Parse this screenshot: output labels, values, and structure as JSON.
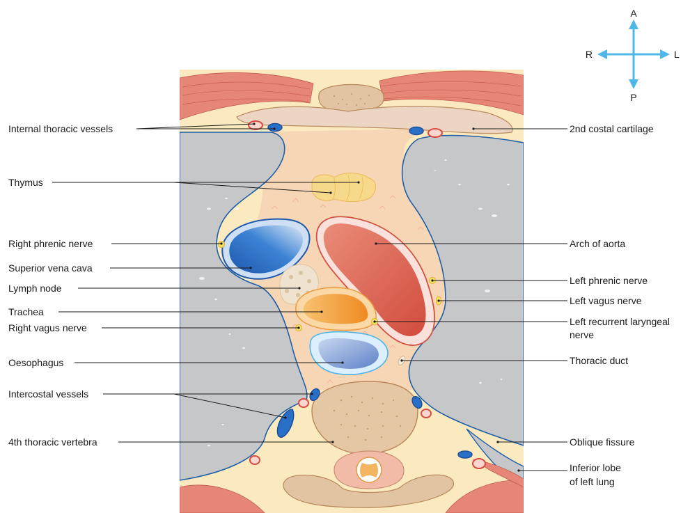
{
  "orientation": {
    "anterior": "A",
    "posterior": "P",
    "right": "R",
    "left": "L",
    "arrow_color": "#4db8e8"
  },
  "colors": {
    "lung": "#c6c7c9",
    "pleura_line": "#1f5fa8",
    "mediastinum": "#f6d3b4",
    "muscle": "#e07f6f",
    "fat": "#fbe7b4",
    "bone": "#e6c7a3",
    "aorta": "#d9614f",
    "svc": "#2a6fc7",
    "trachea": "#f4922e",
    "oesophagus": "#7ea0d8",
    "nerve": "#f6e36a",
    "thymus": "#f6d98a",
    "lymph": "#efe3cf"
  },
  "labels": {
    "left": [
      {
        "id": "internal-thoracic-vessels",
        "text": "Internal thoracic vessels"
      },
      {
        "id": "thymus",
        "text": "Thymus"
      },
      {
        "id": "right-phrenic-nerve",
        "text": "Right phrenic nerve"
      },
      {
        "id": "superior-vena-cava",
        "text": "Superior vena cava"
      },
      {
        "id": "lymph-node",
        "text": "Lymph node"
      },
      {
        "id": "trachea",
        "text": "Trachea"
      },
      {
        "id": "right-vagus-nerve",
        "text": "Right vagus nerve"
      },
      {
        "id": "oesophagus",
        "text": "Oesophagus"
      },
      {
        "id": "intercostal-vessels",
        "text": "Intercostal vessels"
      },
      {
        "id": "fourth-thoracic-vertebra",
        "text": "4th thoracic vertebra"
      }
    ],
    "right": [
      {
        "id": "second-costal-cartilage",
        "text": "2nd costal cartilage"
      },
      {
        "id": "arch-of-aorta",
        "text": "Arch of aorta"
      },
      {
        "id": "left-phrenic-nerve",
        "text": "Left phrenic nerve"
      },
      {
        "id": "left-vagus-nerve",
        "text": "Left vagus nerve"
      },
      {
        "id": "left-recurrent-laryngeal-nerve",
        "text": "Left recurrent laryngeal",
        "text2": "nerve"
      },
      {
        "id": "thoracic-duct",
        "text": "Thoracic duct"
      },
      {
        "id": "oblique-fissure",
        "text": "Oblique fissure"
      },
      {
        "id": "inferior-lobe-left-lung",
        "text": "Inferior lobe",
        "text2": "of left lung"
      }
    ]
  }
}
